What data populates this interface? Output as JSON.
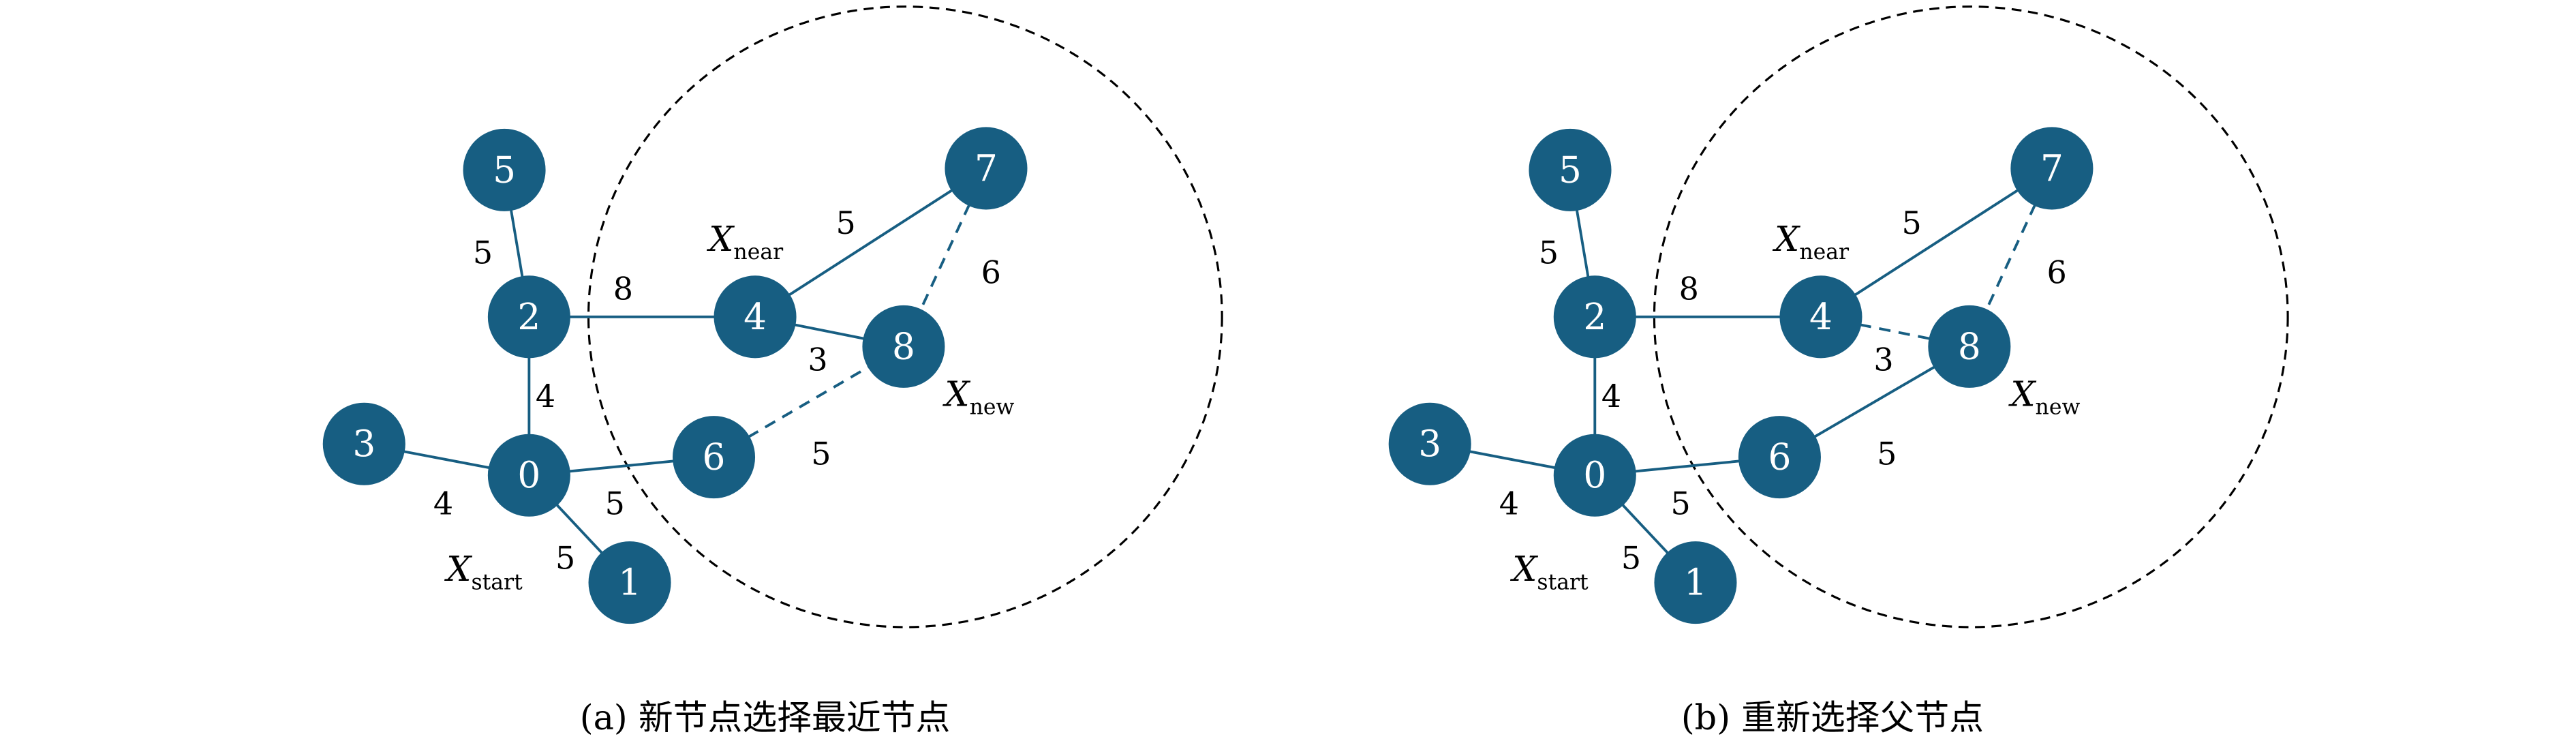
{
  "colors": {
    "node": "#175e82",
    "edge": "#175e82",
    "text": "#000000"
  },
  "nodes": [
    "0",
    "1",
    "2",
    "3",
    "4",
    "5",
    "6",
    "7",
    "8"
  ],
  "labels": {
    "start": {
      "main": "X",
      "sub": "start"
    },
    "near": {
      "main": "X",
      "sub": "near"
    },
    "new": {
      "main": "X",
      "sub": "new"
    }
  },
  "panels": [
    {
      "caption": "(a) 新节点选择最近节点",
      "edges": [
        {
          "from": "5",
          "to": "2",
          "weight": "5",
          "style": "solid"
        },
        {
          "from": "2",
          "to": "4",
          "weight": "8",
          "style": "solid"
        },
        {
          "from": "2",
          "to": "0",
          "weight": "4",
          "style": "solid"
        },
        {
          "from": "3",
          "to": "0",
          "weight": "4",
          "style": "solid"
        },
        {
          "from": "0",
          "to": "6",
          "weight": "5",
          "style": "solid"
        },
        {
          "from": "0",
          "to": "1",
          "weight": "5",
          "style": "solid"
        },
        {
          "from": "4",
          "to": "7",
          "weight": "5",
          "style": "solid"
        },
        {
          "from": "7",
          "to": "8",
          "weight": "6",
          "style": "dashed"
        },
        {
          "from": "4",
          "to": "8",
          "weight": "3",
          "style": "solid"
        },
        {
          "from": "6",
          "to": "8",
          "weight": "5",
          "style": "dashed"
        }
      ]
    },
    {
      "caption": "(b) 重新选择父节点",
      "edges": [
        {
          "from": "5",
          "to": "2",
          "weight": "5",
          "style": "solid"
        },
        {
          "from": "2",
          "to": "4",
          "weight": "8",
          "style": "solid"
        },
        {
          "from": "2",
          "to": "0",
          "weight": "4",
          "style": "solid"
        },
        {
          "from": "3",
          "to": "0",
          "weight": "4",
          "style": "solid"
        },
        {
          "from": "0",
          "to": "6",
          "weight": "5",
          "style": "solid"
        },
        {
          "from": "0",
          "to": "1",
          "weight": "5",
          "style": "solid"
        },
        {
          "from": "4",
          "to": "7",
          "weight": "5",
          "style": "solid"
        },
        {
          "from": "7",
          "to": "8",
          "weight": "6",
          "style": "dashed"
        },
        {
          "from": "4",
          "to": "8",
          "weight": "3",
          "style": "dashed"
        },
        {
          "from": "6",
          "to": "8",
          "weight": "5",
          "style": "solid"
        }
      ]
    }
  ]
}
